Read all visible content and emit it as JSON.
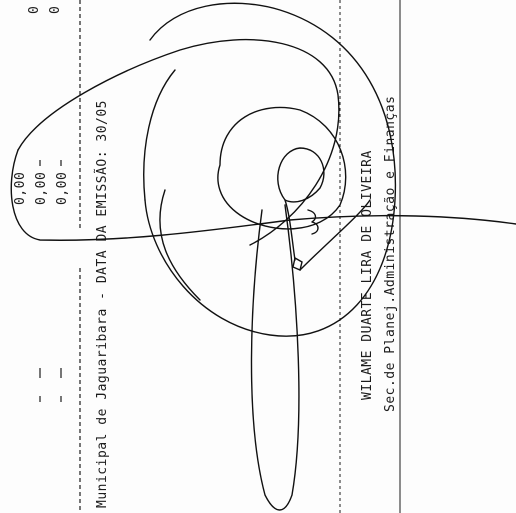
{
  "document": {
    "footer_text": "Municipal de Jaguaribara - DATA DA EMISSÃO: 30/05",
    "signatory_name": "WILAME DUARTE LIRA DE OLIVEIRA",
    "signatory_title": "Sec.de Planej.Administração e Finanças",
    "values": [
      "0,00",
      "0,00",
      "0,00"
    ],
    "top_values": [
      "0",
      "0"
    ]
  },
  "colors": {
    "ink": "#1c1c1c",
    "signature": "#111111"
  }
}
